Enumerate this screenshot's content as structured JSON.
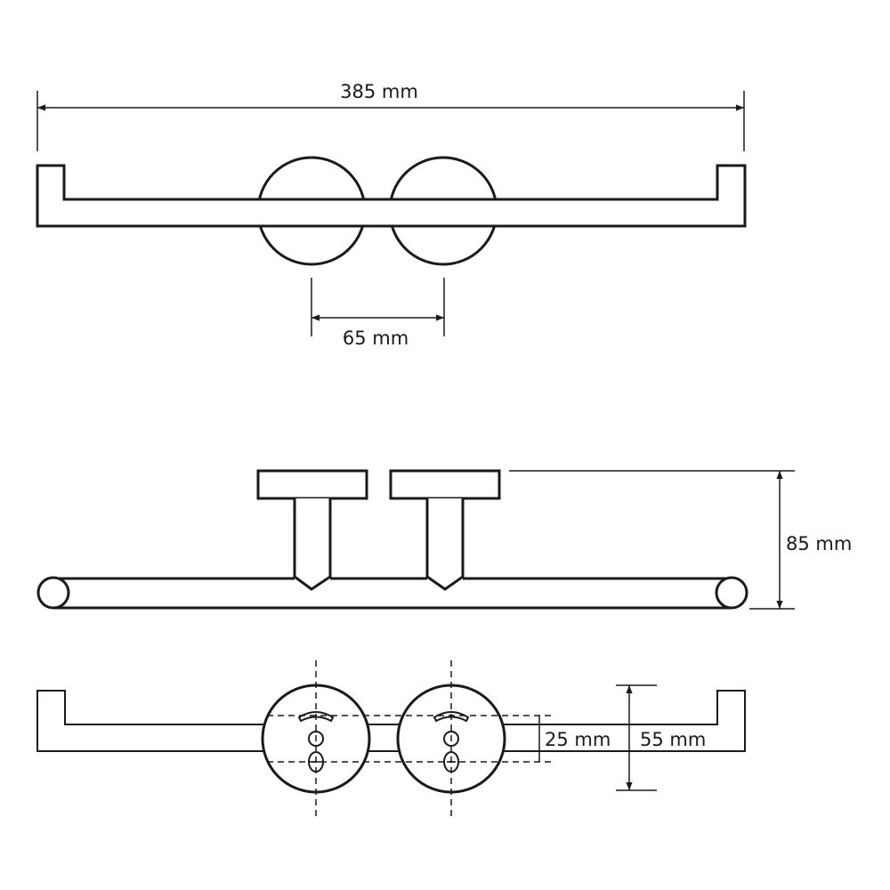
{
  "dimensions": {
    "total_width": "385 mm",
    "post_spacing": "65 mm",
    "depth": "85 mm",
    "mount_hole_spacing": "25 mm",
    "rosette_diameter": "55 mm"
  },
  "colors": {
    "line": "#1a1a1a",
    "background": "#ffffff"
  }
}
